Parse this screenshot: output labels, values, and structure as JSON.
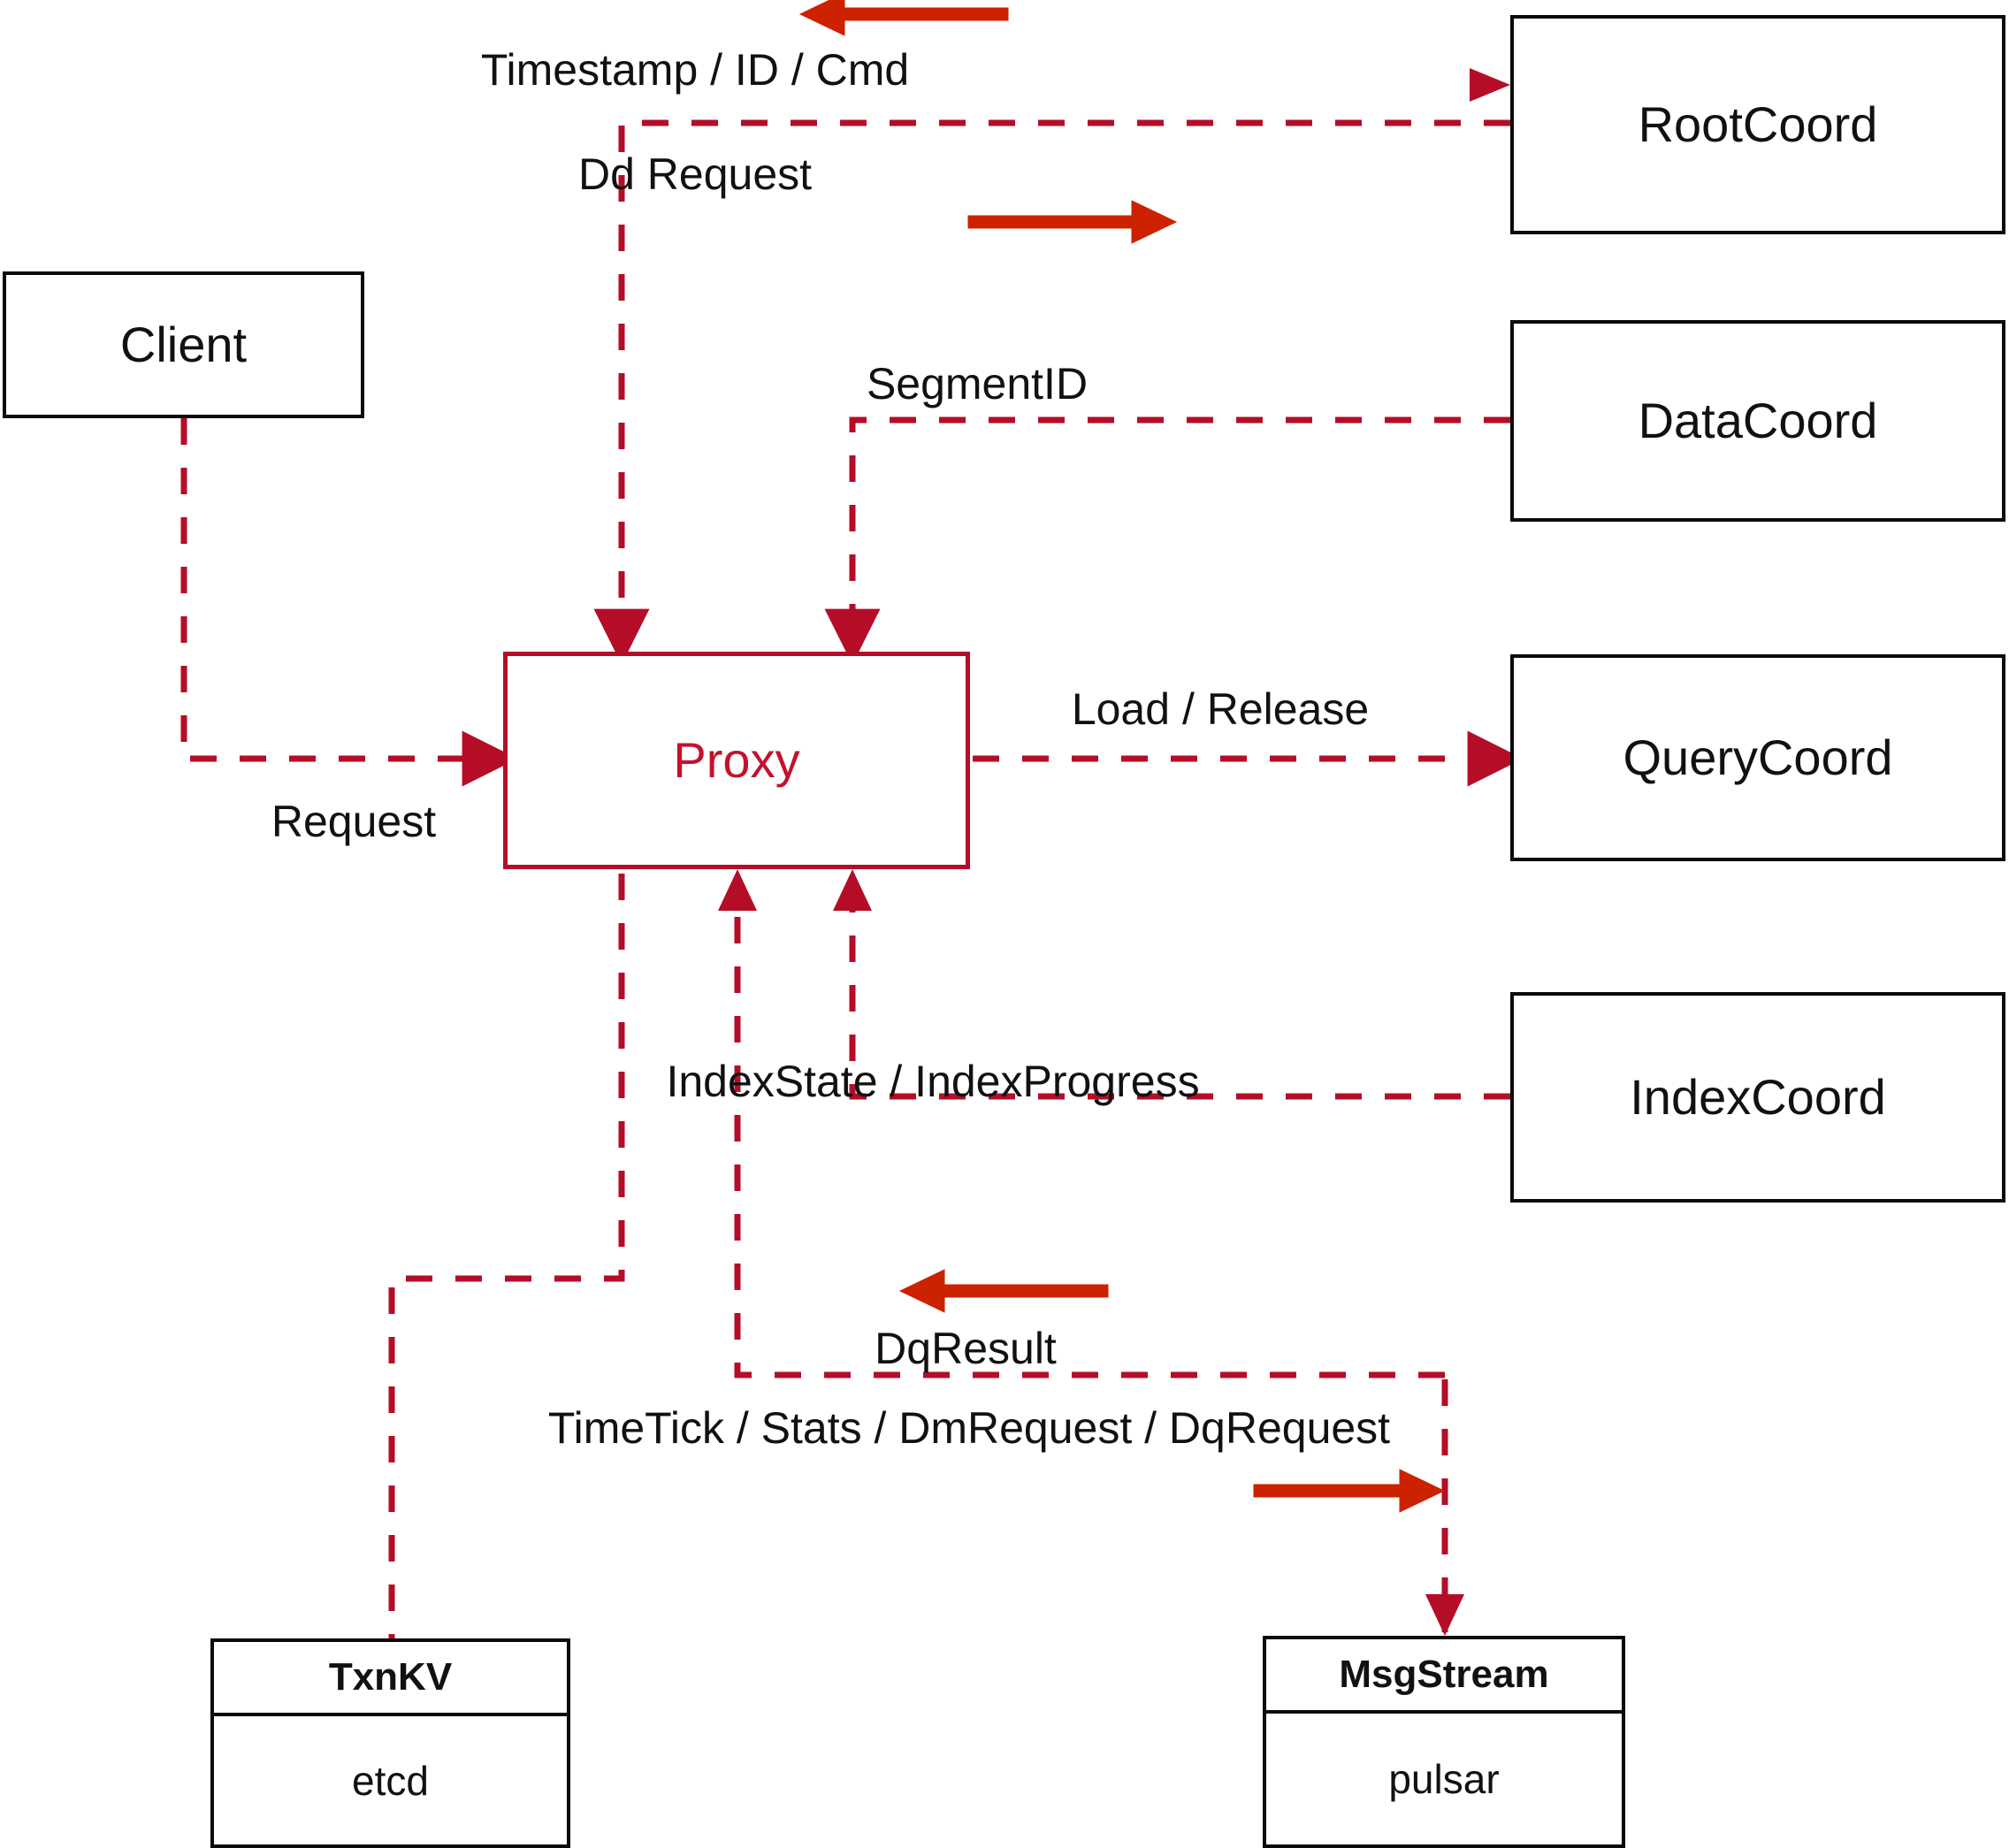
{
  "diagram": {
    "title": "Milvus Proxy interaction diagram",
    "accent_color": "#c3122e",
    "arrow_color": "#cc2200",
    "node_border_color": "#0a0a0a"
  },
  "nodes": {
    "client": {
      "label": "Client"
    },
    "proxy": {
      "label": "Proxy"
    },
    "root_coord": {
      "label": "RootCoord"
    },
    "data_coord": {
      "label": "DataCoord"
    },
    "query_coord": {
      "label": "QueryCoord"
    },
    "index_coord": {
      "label": "IndexCoord"
    },
    "txnkv": {
      "title": "TxnKV",
      "impl": "etcd"
    },
    "msgstream": {
      "title": "MsgStream",
      "impl": "pulsar"
    }
  },
  "edges": [
    {
      "id": "timestamp-id-cmd",
      "label": "Timestamp / ID / Cmd",
      "from": "RootCoord",
      "to": "Proxy",
      "direction": "left"
    },
    {
      "id": "dd-request",
      "label": "Dd Request",
      "from": "Proxy",
      "to": "RootCoord",
      "direction": "right"
    },
    {
      "id": "segment-id",
      "label": "SegmentID",
      "from": "DataCoord",
      "to": "Proxy",
      "direction": "left"
    },
    {
      "id": "load-release",
      "label": "Load / Release",
      "from": "Proxy",
      "to": "QueryCoord",
      "direction": "right"
    },
    {
      "id": "index-state",
      "label": "IndexState / IndexProgress",
      "from": "IndexCoord",
      "to": "Proxy",
      "direction": "left"
    },
    {
      "id": "request",
      "label": "Request",
      "from": "Client",
      "to": "Proxy",
      "direction": "right"
    },
    {
      "id": "dq-result",
      "label": "DqResult",
      "from": "MsgStream",
      "to": "Proxy",
      "direction": "left"
    },
    {
      "id": "timetick-stats",
      "label": "TimeTick / Stats / DmRequest / DqRequest",
      "from": "Proxy",
      "to": "MsgStream",
      "direction": "right"
    },
    {
      "id": "txnkv-link",
      "label": "",
      "from": "Proxy",
      "to": "TxnKV",
      "direction": "down"
    }
  ]
}
